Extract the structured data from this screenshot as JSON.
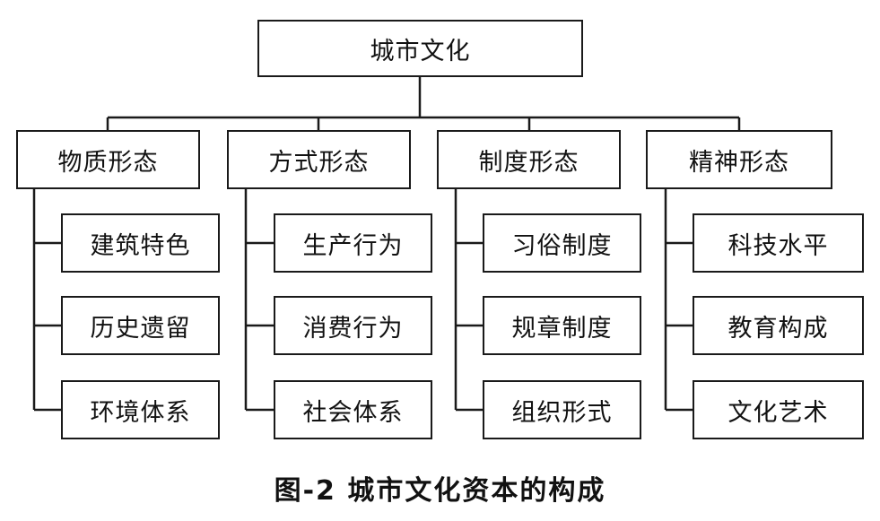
{
  "diagram": {
    "root": "城市文化",
    "categories": [
      {
        "label": "物质形态",
        "items": [
          "建筑特色",
          "历史遗留",
          "环境体系"
        ]
      },
      {
        "label": "方式形态",
        "items": [
          "生产行为",
          "消费行为",
          "社会体系"
        ]
      },
      {
        "label": "制度形态",
        "items": [
          "习俗制度",
          "规章制度",
          "组织形式"
        ]
      },
      {
        "label": "精神形态",
        "items": [
          "科技水平",
          "教育构成",
          "文化艺术"
        ]
      }
    ],
    "line_color": "#1a1a1a"
  },
  "caption": "图-2   城市文化资本的构成"
}
